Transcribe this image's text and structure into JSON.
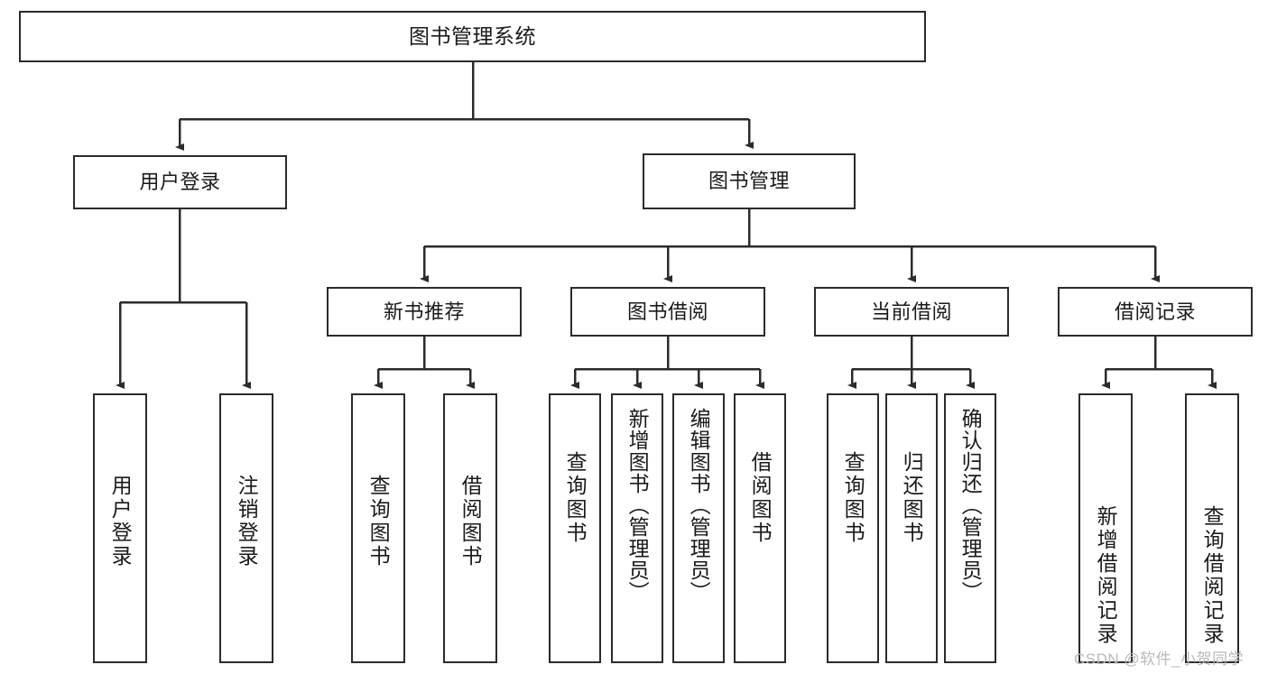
{
  "diagram": {
    "title": "图书管理系统",
    "type": "tree-hierarchy-chart",
    "root": {
      "id": "root",
      "label": "图书管理系统"
    },
    "level2": [
      {
        "id": "user-login",
        "label": "用户登录"
      },
      {
        "id": "book-manage",
        "label": "图书管理"
      }
    ],
    "level3": [
      {
        "id": "new-book-recommend",
        "label": "新书推荐"
      },
      {
        "id": "book-borrow",
        "label": "图书借阅"
      },
      {
        "id": "current-borrow",
        "label": "当前借阅"
      },
      {
        "id": "borrow-record",
        "label": "借阅记录"
      }
    ],
    "leaves": {
      "user_login": [
        {
          "id": "leaf-user-login",
          "label": "用户登录"
        },
        {
          "id": "leaf-logout-login",
          "label": "注销登录"
        }
      ],
      "new_book_recommend": [
        {
          "id": "leaf-query-book-1",
          "label": "查询图书"
        },
        {
          "id": "leaf-borrow-book-1",
          "label": "借阅图书"
        }
      ],
      "book_borrow": [
        {
          "id": "leaf-query-book-2",
          "label": "查询图书"
        },
        {
          "id": "leaf-add-book",
          "label": "新增图书（管理员）"
        },
        {
          "id": "leaf-edit-book",
          "label": "编辑图书（管理员）"
        },
        {
          "id": "leaf-borrow-book-2",
          "label": "借阅图书"
        }
      ],
      "current_borrow": [
        {
          "id": "leaf-query-book-3",
          "label": "查询图书"
        },
        {
          "id": "leaf-return-book",
          "label": "归还图书"
        },
        {
          "id": "leaf-confirm-return",
          "label": "确认归还（管理员）"
        }
      ],
      "borrow_record": [
        {
          "id": "leaf-add-record",
          "label": "新增借阅记录"
        },
        {
          "id": "leaf-query-record",
          "label": "查询借阅记录"
        }
      ]
    }
  },
  "watermark": {
    "text": "CSDN @软件_小贺同学"
  },
  "colors": {
    "stroke": "#2b2b2b",
    "background": "#ffffff",
    "text": "#1a1a1a",
    "watermark": "#b9b9b9"
  }
}
